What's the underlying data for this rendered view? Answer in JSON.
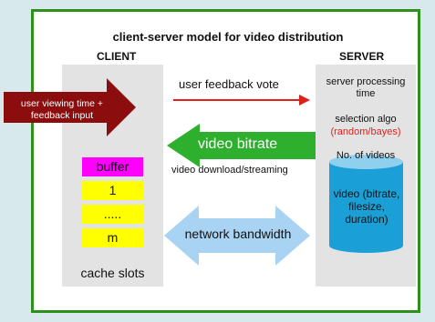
{
  "title": "client-server model for video distribution",
  "client": {
    "label": "CLIENT",
    "cache_cells": [
      "buffer",
      "1",
      ".....",
      "m"
    ],
    "cache_label": "cache slots"
  },
  "server": {
    "label": "SERVER",
    "processing_time": "server processing time",
    "selection_algo": "selection algo",
    "selection_algo_options": "(random/bayes)",
    "num_videos": "No. of videos",
    "db_label": "video (bitrate, filesize, duration)"
  },
  "arrows": {
    "user_input": "user viewing time + feedback input",
    "feedback_vote": "user feedback vote",
    "video_bitrate": "video bitrate",
    "download": "video download/streaming",
    "network_bandwidth": "network bandwidth"
  },
  "colors": {
    "frame": "#2f8f1d",
    "feedback_arrow": "#e0201a",
    "bitrate_arrow": "#2eb02e",
    "user_arrow": "#8b0d0d",
    "bandwidth_arrow": "#a9d3f2",
    "database": "#1a9fd6"
  }
}
